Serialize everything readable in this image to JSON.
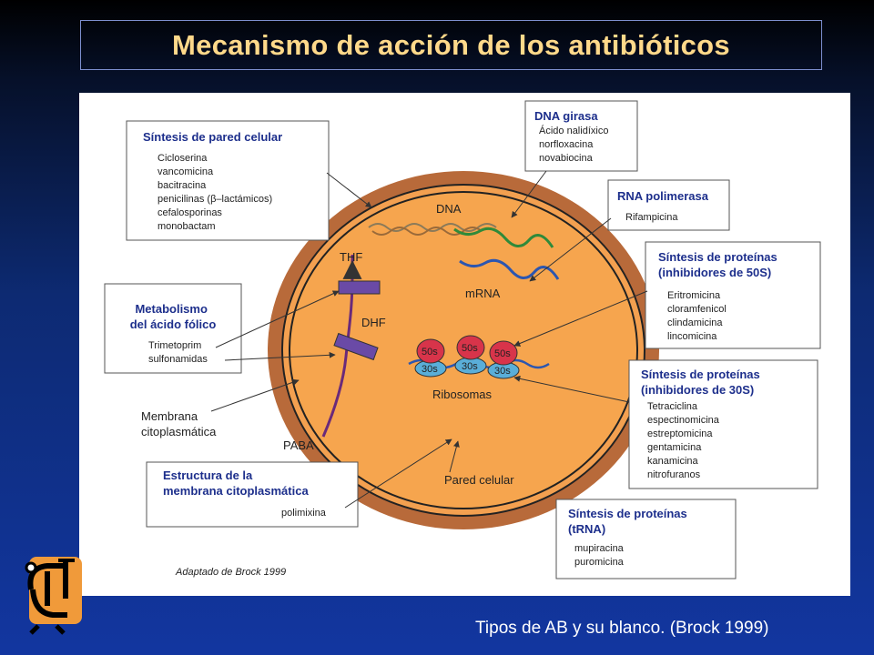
{
  "title": "Mecanismo de acción de los antibióticos",
  "caption": "Tipos de AB y su blanco. (Brock 1999)",
  "colors": {
    "title": "#ffd98a",
    "cell_wall": "#b86a3a",
    "cytoplasm": "#f6a54e",
    "box_title": "#1d2f8c",
    "ribosome_50s": "#d8344a",
    "ribosome_30s": "#5aaed8",
    "dna_green": "#2f8a3a",
    "mrna_blue": "#2c56b0",
    "membrane_path": "#6a2a7a"
  },
  "diagram": {
    "labels": {
      "dna": "DNA",
      "mrna": "mRNA",
      "thf": "THF",
      "dhf": "DHF",
      "paba": "PABA",
      "ribosomas": "Ribosomas",
      "pared_celular": "Pared celular",
      "membrana": [
        "Membrana",
        "citoplasmática"
      ],
      "r50": "50s",
      "r30": "30s"
    },
    "boxes": {
      "pared": {
        "title": [
          "Síntesis de pared celular"
        ],
        "items": [
          "Cicloserina",
          "vancomicina",
          "bacitracina",
          "penicilinas (β–lactámicos)",
          "cefalosporinas",
          "monobactam"
        ]
      },
      "dna_girasa": {
        "title": [
          "DNA girasa"
        ],
        "items": [
          "Ácido nalidíxico",
          "norfloxacina",
          "novabiocina"
        ]
      },
      "rna_pol": {
        "title": [
          "RNA polimerasa"
        ],
        "items": [
          "Rifampicina"
        ]
      },
      "s50": {
        "title": [
          "Síntesis de proteínas",
          "(inhibidores de 50S)"
        ],
        "items": [
          "Eritromicina",
          "cloramfenicol",
          "clindamicina",
          "lincomicina"
        ]
      },
      "folico": {
        "title": [
          "Metabolismo",
          "del ácido fólico"
        ],
        "items": [
          "Trimetoprim",
          "sulfonamidas"
        ]
      },
      "s30": {
        "title": [
          "Síntesis de proteínas",
          "(inhibidores de 30S)"
        ],
        "items": [
          "Tetraciclina",
          "espectinomicina",
          "estreptomicina",
          "gentamicina",
          "kanamicina",
          "nitrofuranos"
        ]
      },
      "membrana": {
        "title": [
          "Estructura de la",
          "membrana citoplasmática"
        ],
        "items": [
          "polimixina"
        ]
      },
      "trna": {
        "title": [
          "Síntesis de proteínas",
          "(tRNA)"
        ],
        "items": [
          "mupiracina",
          "puromicina"
        ]
      }
    },
    "credit": "Adaptado de Brock 1999"
  }
}
